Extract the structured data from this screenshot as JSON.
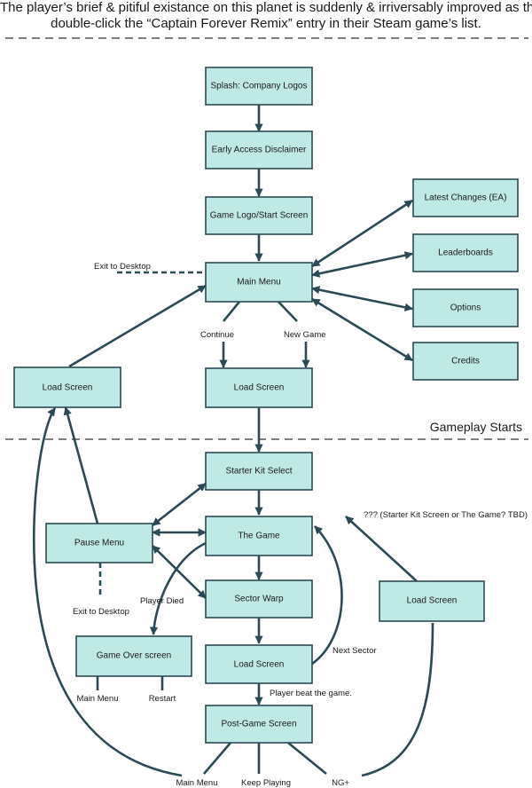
{
  "header": {
    "line1": "The player’s brief & pitiful existance on this planet is suddenly & irriversably improved as they",
    "line2": "double-click the “Captain Forever Remix” entry in their Steam game’s list."
  },
  "section_label": "Gameplay Starts",
  "nodes": {
    "splash": "Splash: Company Logos",
    "disclaimer": "Early Access Disclaimer",
    "game_logo": "Game Logo/Start Screen",
    "main_menu": "Main Menu",
    "latest_changes": "Latest Changes (EA)",
    "leaderboards": "Leaderboards",
    "options": "Options",
    "credits": "Credits",
    "load_left": "Load Screen",
    "load_center": "Load Screen",
    "starter_kit": "Starter Kit Select",
    "pause_menu": "Pause Menu",
    "the_game": "The Game",
    "sector_warp": "Sector Warp",
    "load_right": "Load Screen",
    "game_over": "Game Over screen",
    "load_lower": "Load Screen",
    "post_game": "Post-Game Screen"
  },
  "edge_labels": {
    "exit_desktop_top": "Exit to Desktop",
    "continue": "Continue",
    "new_game": "New Game",
    "exit_desktop_pause": "Exit to Desktop",
    "player_died": "Player Died",
    "next_sector": "Next Sector",
    "player_beat": "Player beat the game.",
    "tbd": "??? (Starter Kit Screen or The Game? TBD)",
    "go_main_menu": "Main Menu",
    "go_restart": "Restart",
    "pg_main_menu": "Main Menu",
    "pg_keep_playing": "Keep Playing",
    "pg_ng_plus": "NG+"
  },
  "colors": {
    "box_fill": "#bfe9e4",
    "box_stroke": "#2a4a55",
    "edge": "#2a4a55"
  }
}
